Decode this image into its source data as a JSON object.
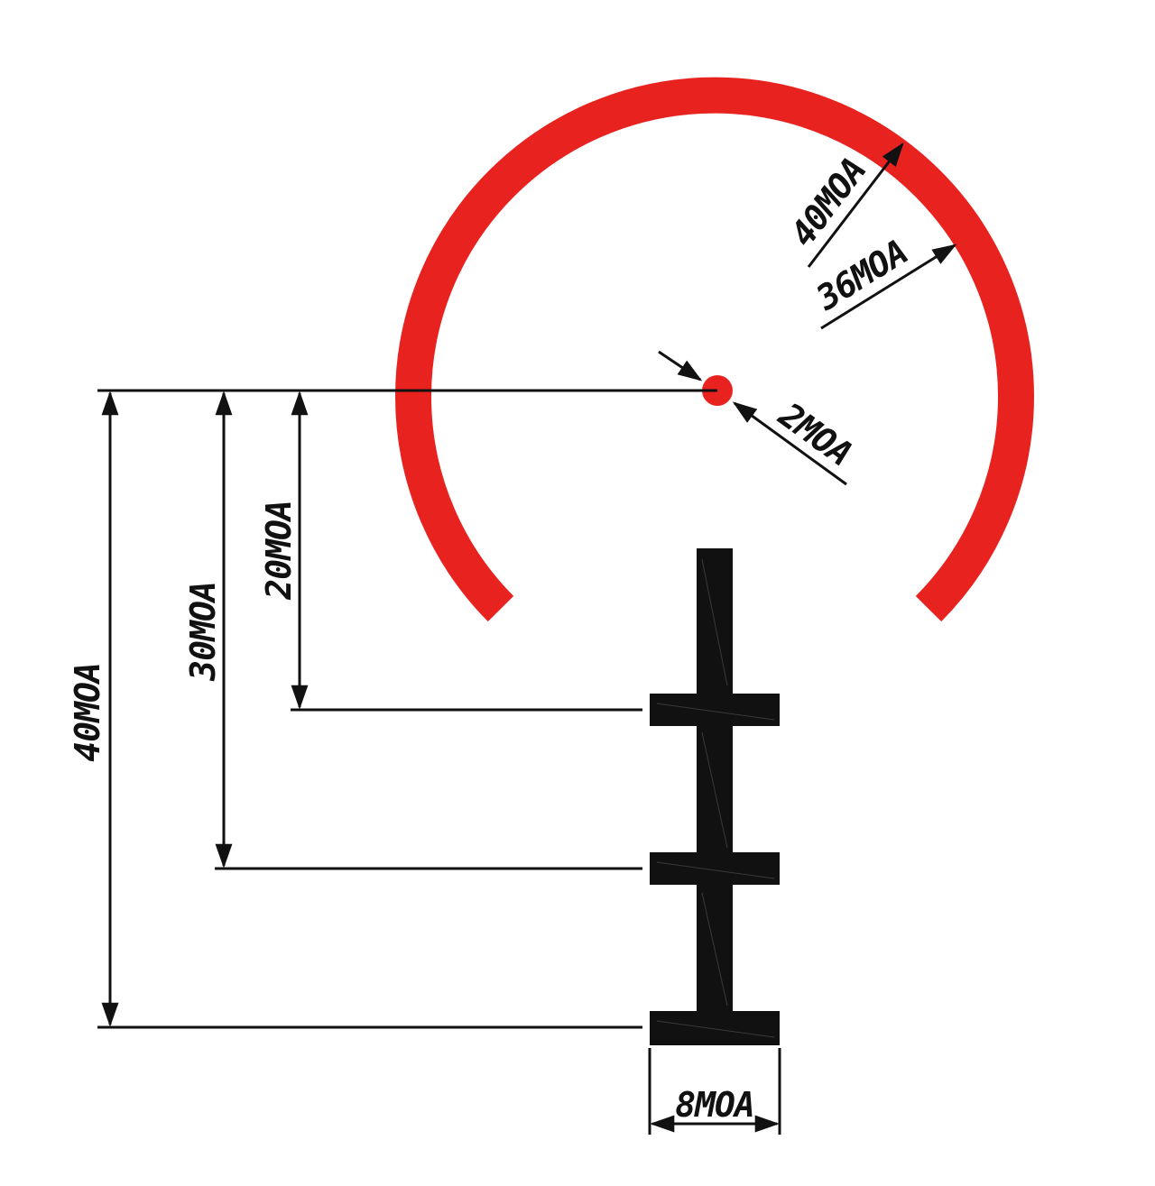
{
  "colors": {
    "reticle_red": "#e8231f",
    "reticle_black": "#111111",
    "dimension_ink": "#111111",
    "background": "#ffffff"
  },
  "labels": {
    "outer_diameter": "40MOA",
    "inner_diameter": "36MOA",
    "dot_size": "2MOA",
    "drop_20": "20MOA",
    "drop_30": "30MOA",
    "drop_40": "40MOA",
    "bar_width": "8MOA"
  }
}
